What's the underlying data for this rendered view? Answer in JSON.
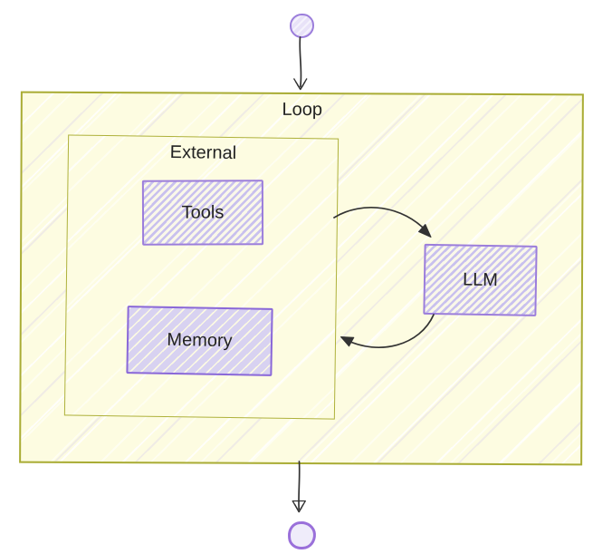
{
  "diagram": {
    "type": "flowchart",
    "style": "hand-drawn",
    "colors": {
      "loop_fill": "#fdfce1",
      "loop_border": "#a9ac35",
      "external_border": "#aeb13b",
      "node_border": "#9b7ddb",
      "node_hatch": "#c9c1ee",
      "node_hatch_bg": "#faf8e9",
      "memory_fill": "#d8d2f1",
      "memory_border": "#8a68d8",
      "memory_hatch": "#fbf9e3",
      "circle_fill": "#e8e2f8",
      "circle_border": "#9b7ddb",
      "end_circle_fill": "#efecfa",
      "end_circle_border": "#9a70da",
      "edge_color": "#333333",
      "text_color": "#222222"
    },
    "nodes": {
      "start": {
        "type": "start-circle",
        "label": ""
      },
      "loop": {
        "type": "container",
        "label": "Loop"
      },
      "external": {
        "type": "container",
        "label": "External"
      },
      "tools": {
        "type": "box",
        "label": "Tools"
      },
      "memory": {
        "type": "box",
        "label": "Memory"
      },
      "llm": {
        "type": "box",
        "label": "LLM"
      },
      "end": {
        "type": "end-circle",
        "label": ""
      }
    },
    "edges": [
      {
        "from": "start",
        "to": "loop",
        "style": "straight-down"
      },
      {
        "from": "external",
        "to": "llm",
        "style": "curved"
      },
      {
        "from": "llm",
        "to": "external",
        "style": "curved"
      },
      {
        "from": "loop",
        "to": "end",
        "style": "straight-down"
      }
    ]
  }
}
